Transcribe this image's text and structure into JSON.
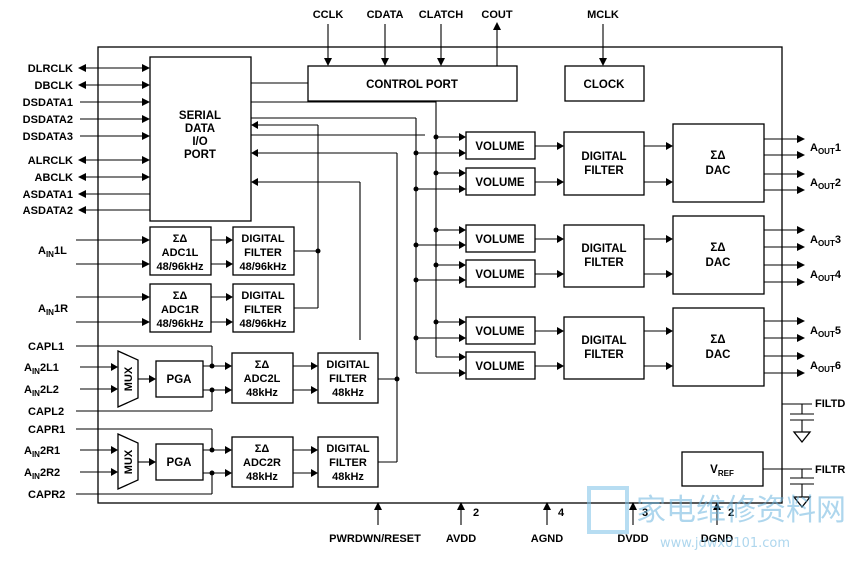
{
  "top_pins": [
    "CCLK",
    "CDATA",
    "CLATCH",
    "COUT",
    "MCLK"
  ],
  "left_pins": [
    "DLRCLK",
    "DBCLK",
    "DSDATA1",
    "DSDATA2",
    "DSDATA3",
    "ALRCLK",
    "ABCLK",
    "ASDATA1",
    "ASDATA2"
  ],
  "ain": {
    "base": "A",
    "sub": "IN",
    "l1": "1L",
    "r1": "1R",
    "l21": "2L1",
    "l22": "2L2",
    "r21": "2R1",
    "r22": "2R2"
  },
  "cap_pins": [
    "CAPL1",
    "CAPL2",
    "CAPR1",
    "CAPR2"
  ],
  "blocks": {
    "control_port": "CONTROL PORT",
    "clock": "CLOCK",
    "serial": [
      "SERIAL",
      "DATA",
      "I/O",
      "PORT"
    ],
    "volume": "VOLUME",
    "digital": "DIGITAL",
    "filter": "FILTER",
    "sigma_delta": "ΣΔ",
    "dac": "DAC",
    "adc1l": "ADC1L",
    "adc1r": "ADC1R",
    "adc2l": "ADC2L",
    "adc2r": "ADC2R",
    "rate_hi": "48/96kHz",
    "rate_lo": "48kHz",
    "pga": "PGA",
    "mux": "MUX",
    "vref": "V",
    "vref_sub": "REF"
  },
  "aout": {
    "base": "A",
    "sub": "OUT",
    "nums": [
      "1",
      "2",
      "3",
      "4",
      "5",
      "6"
    ]
  },
  "right_pins": [
    "FILTD",
    "FILTR"
  ],
  "bottom_pins": [
    "PWRDWN/RESET",
    "AVDD",
    "AGND",
    "DVDD",
    "DGND"
  ],
  "bottom_counts": [
    "2",
    "4",
    "3",
    "2"
  ],
  "watermark": {
    "cn": "家电维修资料网",
    "url": "www.jdwx0101.com"
  }
}
